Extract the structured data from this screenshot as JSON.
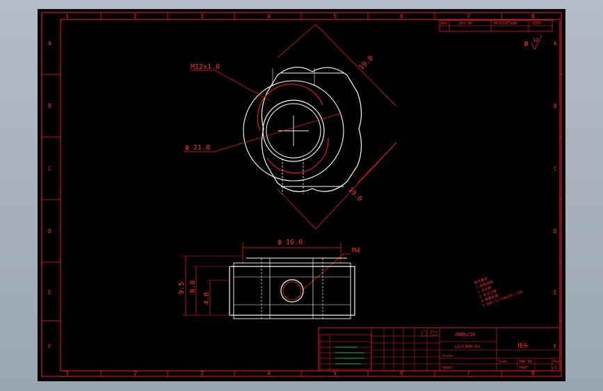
{
  "border": {
    "top_zones": [
      "1",
      "2",
      "3",
      "4",
      "5",
      "6",
      "7",
      "8"
    ],
    "side_zones": [
      "A",
      "B",
      "C",
      "D",
      "E",
      "F"
    ]
  },
  "revision_block": {
    "rev": "Rev",
    "eco": "ECO NO",
    "description": "DESCRIPTION",
    "appd": "APPD"
  },
  "roughness": {
    "symbol": "D",
    "value": "12"
  },
  "top_view": {
    "thread_label": "M12x1.0",
    "dia_label": "ϕ 21.0",
    "across_flats_1": "19.0",
    "across_flats_2": "19.0"
  },
  "side_view": {
    "dia_label": "ϕ 16.0",
    "hole_label": "M4",
    "height_total": "9.5",
    "height_body": "8.0",
    "hole_height": "4.0"
  },
  "title_block": {
    "drawing_title": "ZW8G/ZX",
    "part_name": "接头",
    "drawing_no": "LS/C000-01",
    "scale_label": "Scale",
    "sheet_label": "Sheet",
    "size_label": "Size",
    "dwg_no_label": "DWG NO",
    "rev_label": "Rev",
    "part_label": "PART",
    "sheet_value": "1/1"
  },
  "notes": {
    "lines": [
      "技术要求",
      "1.锐角倒钝",
      "2.去毛刺",
      "3.未注公差",
      "4.表面处理",
      "5.材料:1Cr18Ni9Ti-SUS"
    ]
  },
  "colors": {
    "background": "#000000",
    "frame": "#ff2020",
    "geometry": "#ffffff",
    "window": "#a7b2bf"
  }
}
